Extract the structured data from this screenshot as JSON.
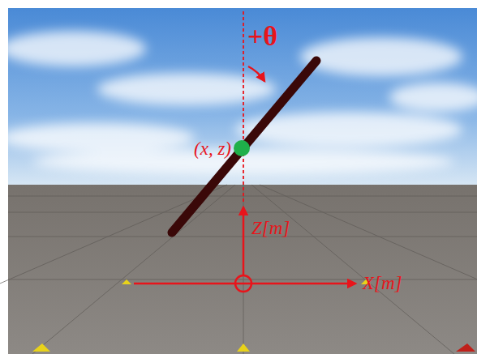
{
  "diagram": {
    "labels": [
      "+θ",
      "(x, z)",
      "Z[m]",
      "X[m]"
    ]
  }
}
